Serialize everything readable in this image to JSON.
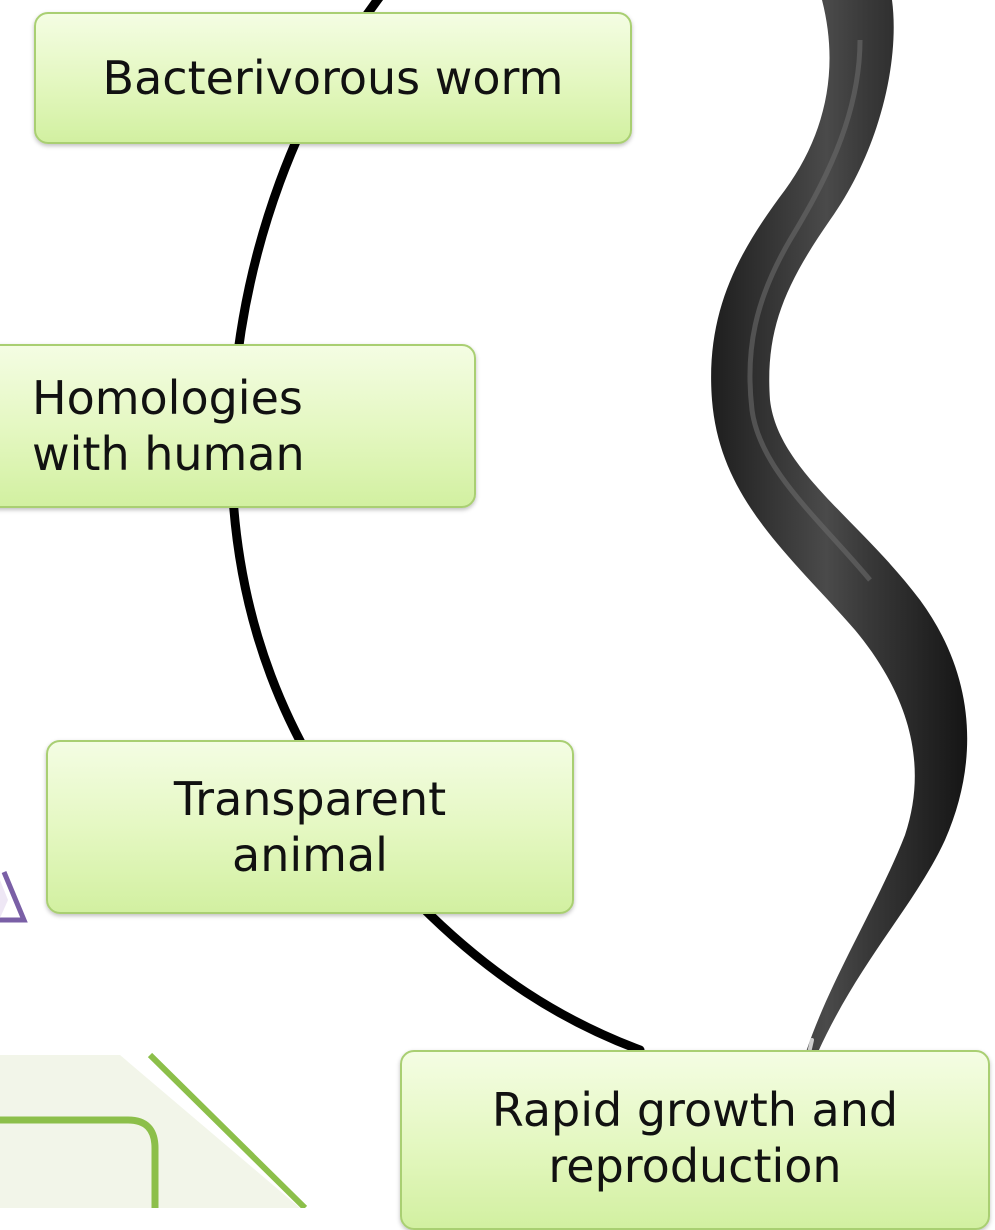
{
  "diagram": {
    "labels": {
      "bacterivorous": "Bacterivorous worm",
      "homologies": "Homologies\nwith human",
      "transparent": "Transparent\nanimal",
      "rapid": "Rapid growth and\nreproduction"
    }
  },
  "colors": {
    "box_fill_top": "#f4fde3",
    "box_fill_bottom": "#d2f0a1",
    "box_border": "#a9cf72",
    "arc_line": "#000000",
    "worm_body": "#2b2b2b",
    "purple_accent": "#7a5fa6",
    "lower_panel_fill": "#f2f5e9",
    "lower_panel_border": "#8cbf4a"
  }
}
